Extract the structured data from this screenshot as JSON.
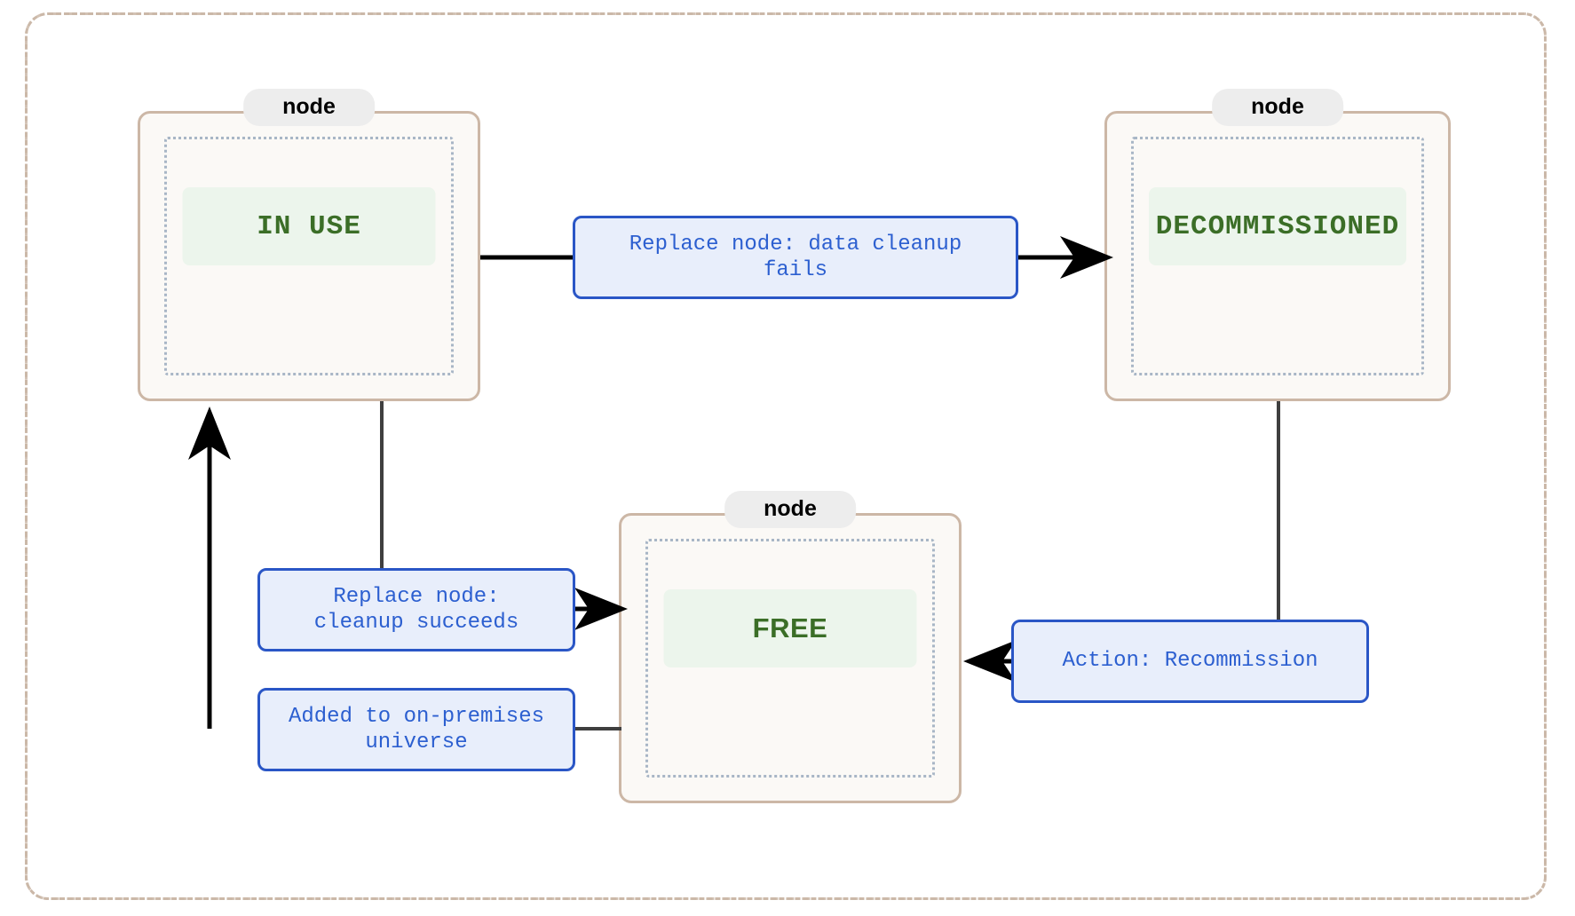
{
  "diagram": {
    "type": "state-diagram",
    "frame_label": "",
    "colors": {
      "frame_border": "#cbb8a8",
      "state_border": "#ccb7a6",
      "state_fill": "#fbf9f6",
      "inner_dotted": "#a8b6c6",
      "chip_fill": "#ecf5ec",
      "chip_text": "#3b6e27",
      "label_fill": "#e8eefb",
      "label_border": "#2a56c6",
      "label_text": "#2c5fd0",
      "connector": "#3f3f3f",
      "badge_fill": "#ededed"
    },
    "states": [
      {
        "id": "in-use",
        "badge": "node",
        "value": "IN USE"
      },
      {
        "id": "decommissioned",
        "badge": "node",
        "value": "DECOMMISSIONED"
      },
      {
        "id": "free",
        "badge": "node",
        "value": "FREE"
      }
    ],
    "transitions": [
      {
        "id": "t1",
        "from": "in-use",
        "to": "decommissioned",
        "label": "Replace node: data cleanup\nfails"
      },
      {
        "id": "t2",
        "from": "in-use",
        "to": "free",
        "label": "Replace node:\ncleanup succeeds"
      },
      {
        "id": "t3",
        "from": "free",
        "to": "in-use",
        "label": "Added to on-premises\nuniverse"
      },
      {
        "id": "t4",
        "from": "decommissioned",
        "to": "free",
        "label": "Action: Recommission"
      }
    ]
  }
}
